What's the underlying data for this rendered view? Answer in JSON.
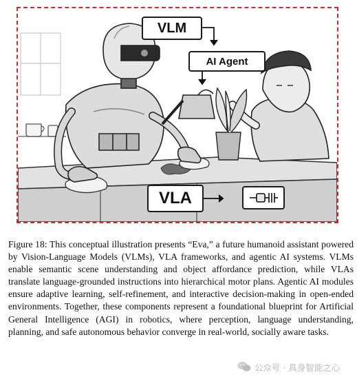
{
  "figure": {
    "labels": {
      "vlm": "VLM",
      "ai_agent": "AI Agent",
      "vla": "VLA"
    },
    "icons": [
      "robot-icon",
      "human-icon",
      "plant-icon",
      "watering-can-icon",
      "actuator-icon"
    ],
    "accent_color": "#d9262b"
  },
  "caption": {
    "text": "Figure 18: This conceptual illustration presents “Eva,” a future humanoid assistant powered by Vision-Language Models (VLMs), VLA frameworks, and agentic AI systems. VLMs enable semantic scene understanding and object affordance prediction, while VLAs translate language-grounded instructions into hierarchical motor plans. Agentic AI modules ensure adaptive learning, self-refinement, and interactive decision-making in open-ended environments. Together, these components represent a foundational blueprint for Artificial General Intelligence (AGI) in robotics, where perception, language understanding, planning, and safe autonomous behavior converge in real-world, socially aware tasks."
  },
  "watermark": {
    "text": "公众号 · 具身智能之心"
  }
}
